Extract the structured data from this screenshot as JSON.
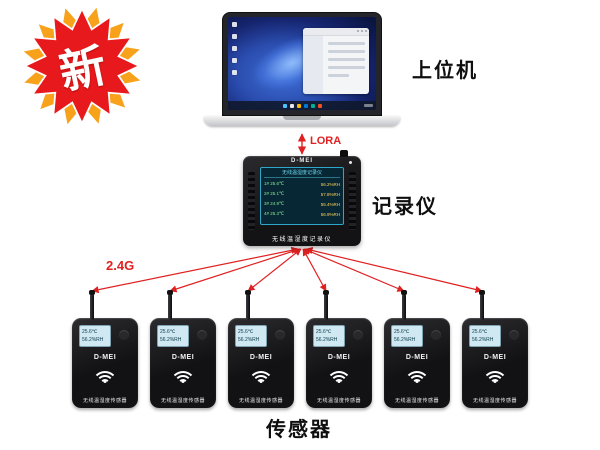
{
  "badge": {
    "text": "新"
  },
  "host": {
    "label": "上位机"
  },
  "links": {
    "lora_label": "LORA",
    "rf_label": "2.4G"
  },
  "recorder": {
    "label": "记录仪",
    "brand": "D-MEI",
    "caption": "无线温湿度记录仪",
    "screen": {
      "title": "无线温湿度记录仪",
      "rows": [
        {
          "left": "1# 25.6℃",
          "right": "56.2%RH"
        },
        {
          "left": "2# 25.1℃",
          "right": "57.8%RH"
        },
        {
          "left": "3# 24.9℃",
          "right": "55.4%RH"
        },
        {
          "left": "4# 25.3℃",
          "right": "56.9%RH"
        }
      ]
    }
  },
  "sensors": {
    "label": "传感器",
    "brand": "D-MEI",
    "caption": "无线温湿度传感器",
    "screen_line1": "25.6℃",
    "screen_line2": "56.2%RH"
  },
  "colors": {
    "accent_red": "#e02121",
    "device_black": "#141416",
    "screen_teal": "#062733",
    "badge_red": "#e8191c",
    "badge_gold": "#f7a21a"
  }
}
